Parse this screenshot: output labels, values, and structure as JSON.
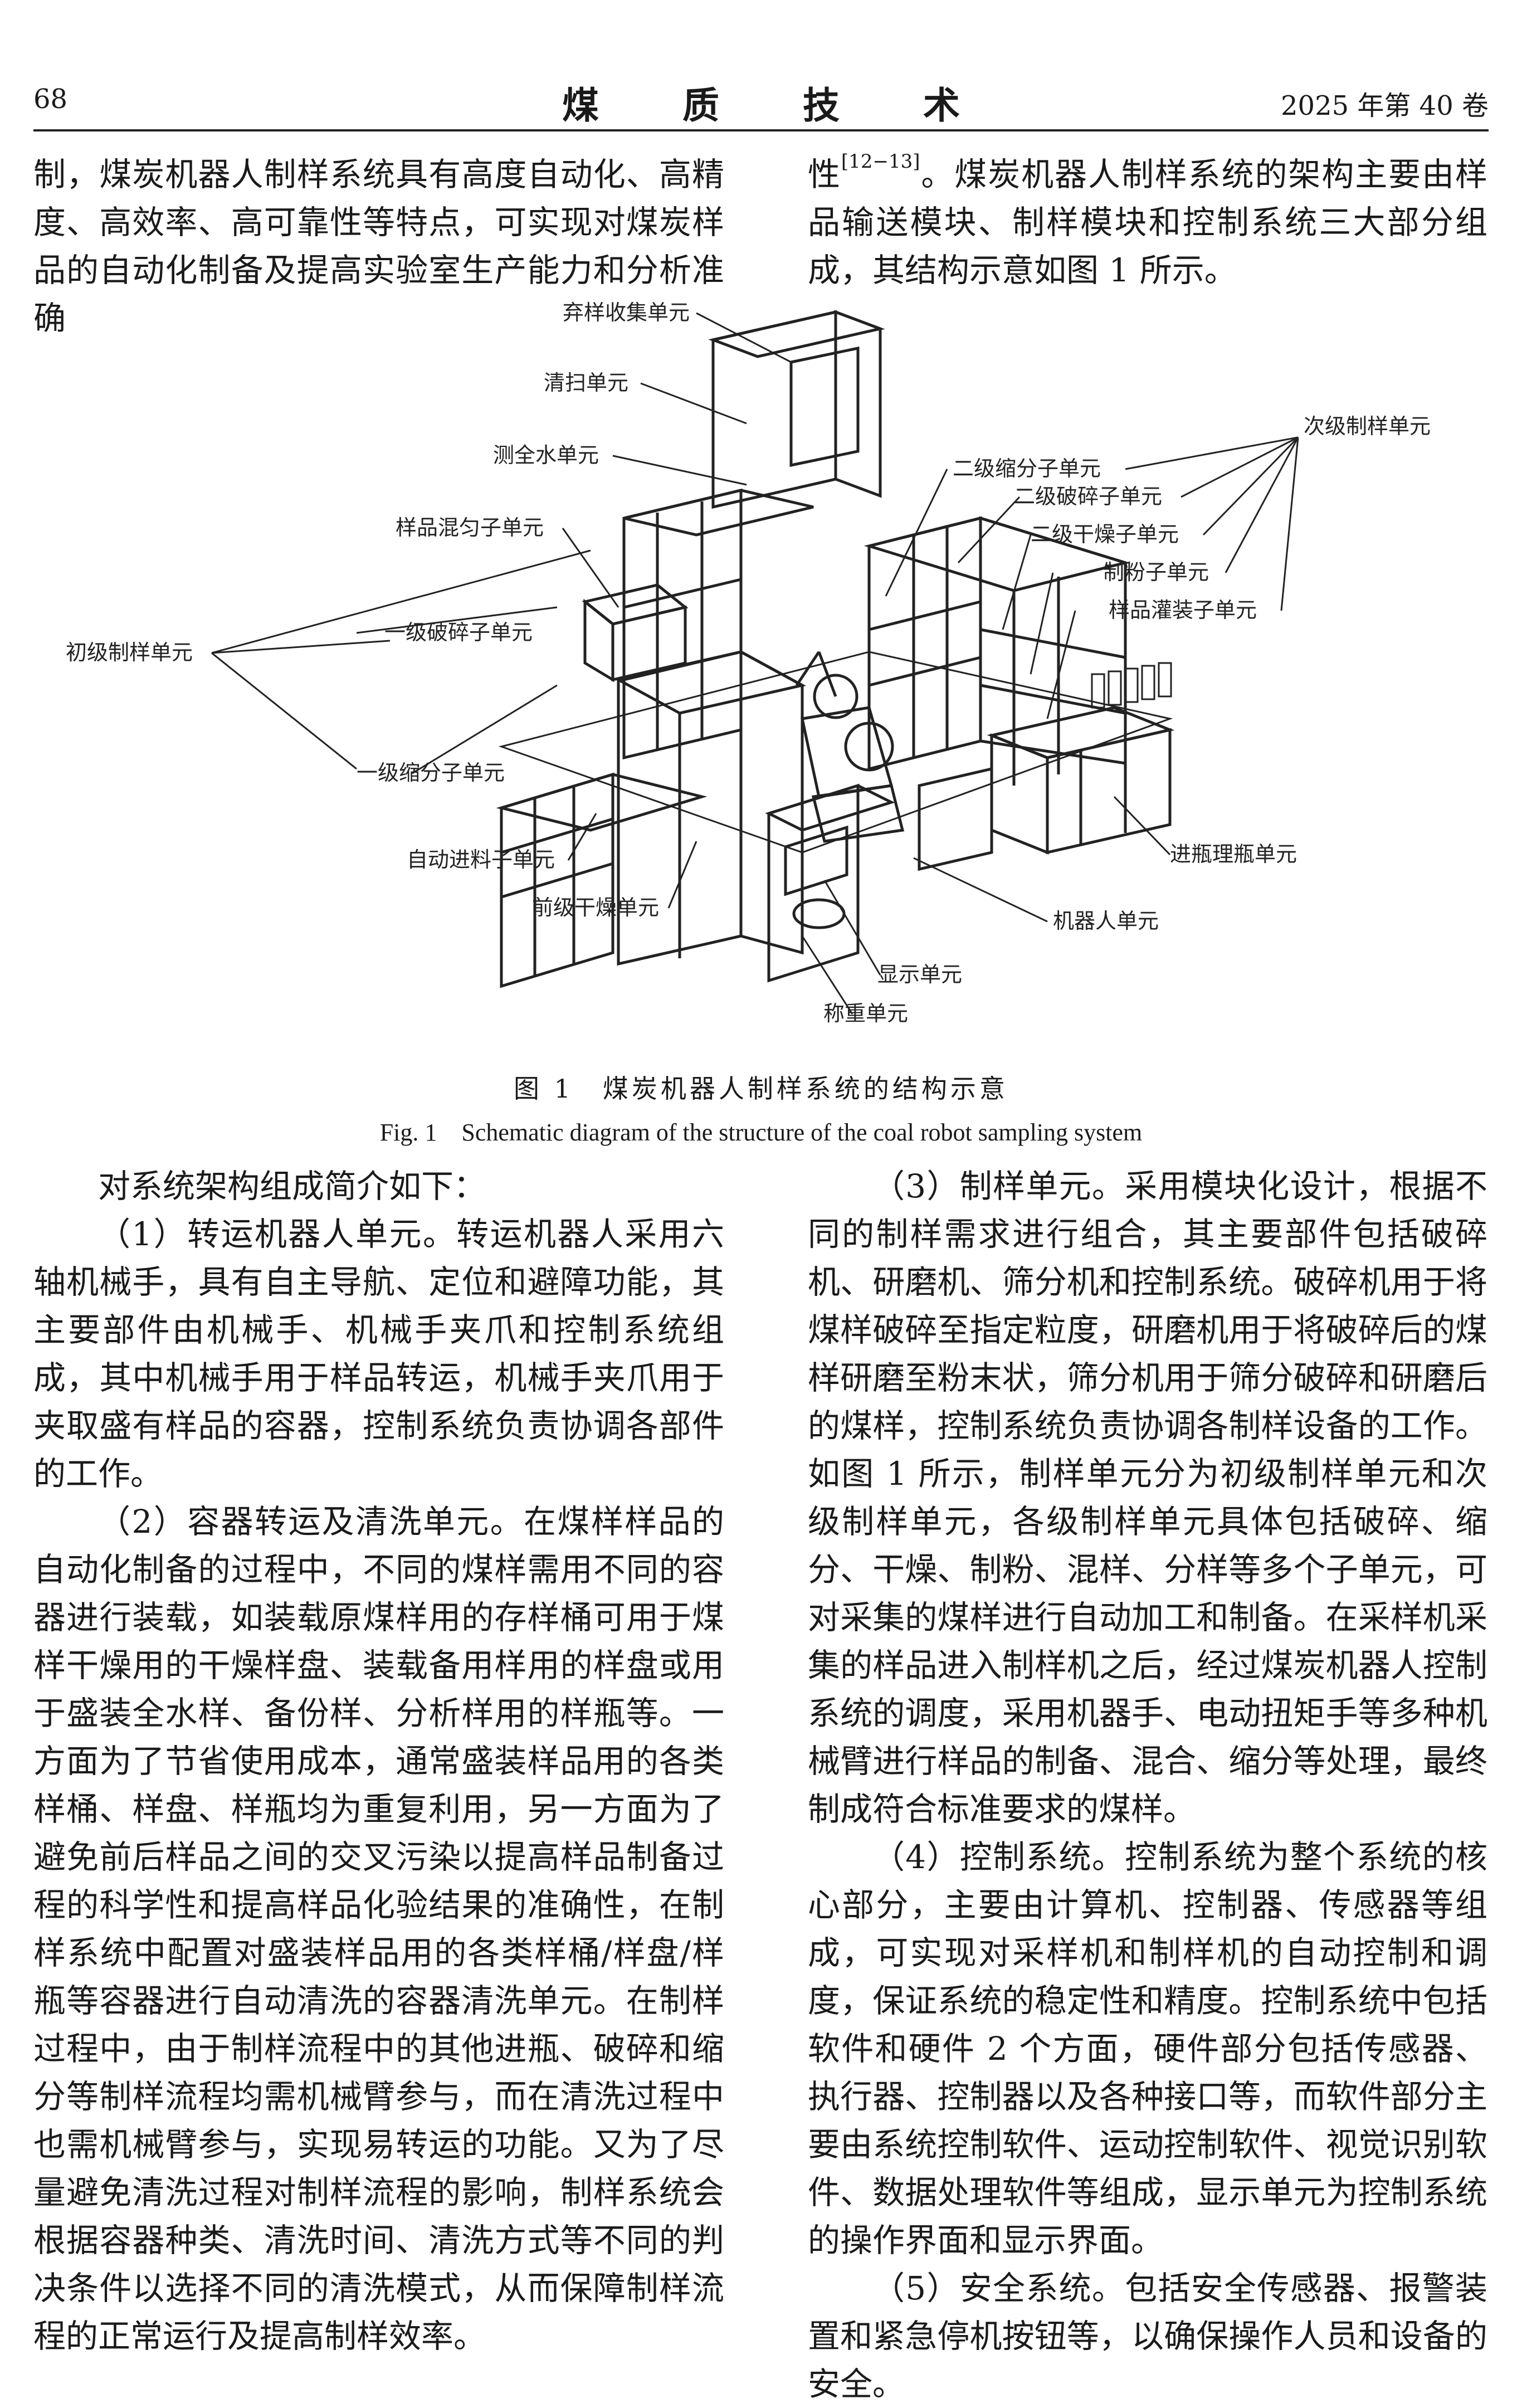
{
  "header": {
    "page_number": "68",
    "journal": "煤质技术",
    "volume": "2025 年第 40 卷"
  },
  "top_left": {
    "text": "制，煤炭机器人制样系统具有高度自动化、高精度、高效率、高可靠性等特点，可实现对煤炭样品的自动化制备及提高实验室生产能力和分析准确"
  },
  "top_right": {
    "text_a": "性",
    "ref": "[12−13]",
    "text_b": "。煤炭机器人制样系统的架构主要由样品输送模块、制样模块和控制系统三大部分组成，其结构示意如图 1 所示。"
  },
  "figure": {
    "labels": {
      "abandon": "弃样收集单元",
      "clean": "清扫单元",
      "water": "测全水单元",
      "mix": "样品混匀子单元",
      "primary": "初级制样单元",
      "crush1": "一级破碎子单元",
      "divide1": "一级缩分子单元",
      "feed": "自动进料子单元",
      "predry": "前级干燥单元",
      "display": "显示单元",
      "weigh": "称重单元",
      "divide2": "二级缩分子单元",
      "crush2": "二级破碎子单元",
      "dry2": "二级干燥子单元",
      "powder": "制粉子单元",
      "fill": "样品灌装子单元",
      "secondary": "次级制样单元",
      "bottle": "进瓶理瓶单元",
      "robot": "机器人单元"
    }
  },
  "caption": {
    "zh": "图 1　煤炭机器人制样系统的结构示意",
    "en": "Fig. 1　Schematic diagram of the structure of the coal robot sampling system"
  },
  "left_column": [
    "对系统架构组成简介如下：",
    "（1）转运机器人单元。转运机器人采用六轴机械手，具有自主导航、定位和避障功能，其主要部件由机械手、机械手夹爪和控制系统组成，其中机械手用于样品转运，机械手夹爪用于夹取盛有样品的容器，控制系统负责协调各部件的工作。",
    "（2）容器转运及清洗单元。在煤样样品的自动化制备的过程中，不同的煤样需用不同的容器进行装载，如装载原煤样用的存样桶可用于煤样干燥用的干燥样盘、装载备用样用的样盘或用于盛装全水样、备份样、分析样用的样瓶等。一方面为了节省使用成本，通常盛装样品用的各类样桶、样盘、样瓶均为重复利用，另一方面为了避免前后样品之间的交叉污染以提高样品制备过程的科学性和提高样品化验结果的准确性，在制样系统中配置对盛装样品用的各类样桶/样盘/样瓶等容器进行自动清洗的容器清洗单元。在制样过程中，由于制样流程中的其他进瓶、破碎和缩分等制样流程均需机械臂参与，而在清洗过程中也需机械臂参与，实现易转运的功能。又为了尽量避免清洗过程对制样流程的影响，制样系统会根据容器种类、清洗时间、清洗方式等不同的判决条件以选择不同的清洗模式，从而保障制样流程的正常运行及提高制样效率。"
  ],
  "right_column": [
    "（3）制样单元。采用模块化设计，根据不同的制样需求进行组合，其主要部件包括破碎机、研磨机、筛分机和控制系统。破碎机用于将煤样破碎至指定粒度，研磨机用于将破碎后的煤样研磨至粉末状，筛分机用于筛分破碎和研磨后的煤样，控制系统负责协调各制样设备的工作。如图 1 所示，制样单元分为初级制样单元和次级制样单元，各级制样单元具体包括破碎、缩分、干燥、制粉、混样、分样等多个子单元，可对采集的煤样进行自动加工和制备。在采样机采集的样品进入制样机之后，经过煤炭机器人控制系统的调度，采用机器手、电动扭矩手等多种机械臂进行样品的制备、混合、缩分等处理，最终制成符合标准要求的煤样。",
    "（4）控制系统。控制系统为整个系统的核心部分，主要由计算机、控制器、传感器等组成，可实现对采样机和制样机的自动控制和调度，保证系统的稳定性和精度。控制系统中包括软件和硬件 2 个方面，硬件部分包括传感器、执行器、控制器以及各种接口等，而软件部分主要由系统控制软件、运动控制软件、视觉识别软件、数据处理软件等组成，显示单元为控制系统的操作界面和显示界面。",
    "（5）安全系统。包括安全传感器、报警装置和紧急停机按钮等，以确保操作人员和设备的安全。"
  ]
}
